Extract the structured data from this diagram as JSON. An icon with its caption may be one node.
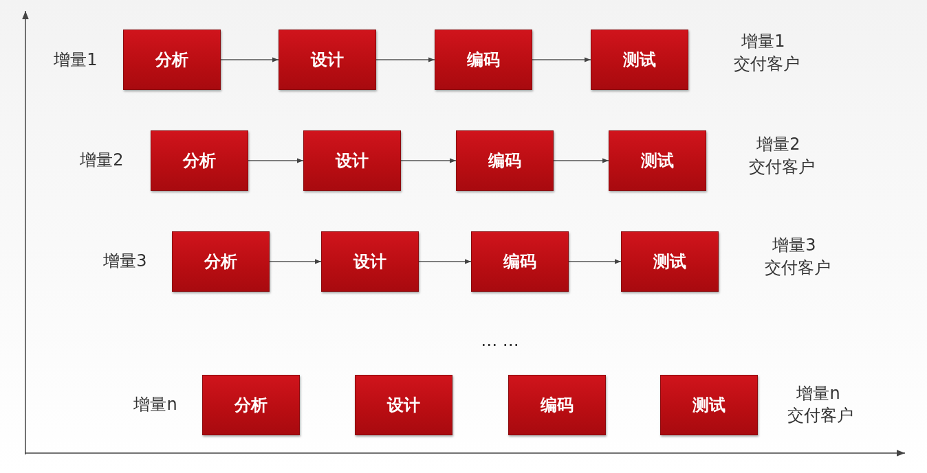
{
  "diagram": {
    "nodes": [
      {
        "text": [
          "分析"
        ]
      },
      {
        "text": [
          "设计"
        ]
      },
      {
        "text": [
          "编码"
        ]
      },
      {
        "text": [
          "测试"
        ]
      },
      {
        "text": [
          "分析"
        ]
      },
      {
        "text": [
          "设计"
        ]
      },
      {
        "text": [
          "编码"
        ]
      },
      {
        "text": [
          "测试"
        ]
      },
      {
        "text": [
          "分析"
        ]
      },
      {
        "text": [
          "设计"
        ]
      },
      {
        "text": [
          "编码"
        ]
      },
      {
        "text": [
          "测试"
        ]
      },
      {
        "text": [
          "分析"
        ]
      },
      {
        "text": [
          "设计"
        ]
      },
      {
        "text": [
          "编码"
        ]
      },
      {
        "text": [
          "测试"
        ]
      }
    ],
    "edges": [
      {
        "from": 0,
        "to": 1,
        "arrow": "to"
      },
      {
        "from": 1,
        "to": 2,
        "arrow": "to"
      },
      {
        "from": 2,
        "to": 3,
        "arrow": "to"
      },
      {
        "from": 4,
        "to": 5,
        "arrow": "to"
      },
      {
        "from": 5,
        "to": 6,
        "arrow": "to"
      },
      {
        "from": 6,
        "to": 7,
        "arrow": "to"
      },
      {
        "from": 8,
        "to": 9,
        "arrow": "to"
      },
      {
        "from": 9,
        "to": 10,
        "arrow": "to"
      },
      {
        "from": 10,
        "to": 11,
        "arrow": "to"
      }
    ],
    "labels": [
      "增量1",
      "增量1",
      "交付客户",
      "增量2",
      "增量2",
      "交付客户",
      "增量3",
      "增量3",
      "交付客户",
      "… …",
      "增量n",
      "增量n",
      "交付客户"
    ]
  }
}
